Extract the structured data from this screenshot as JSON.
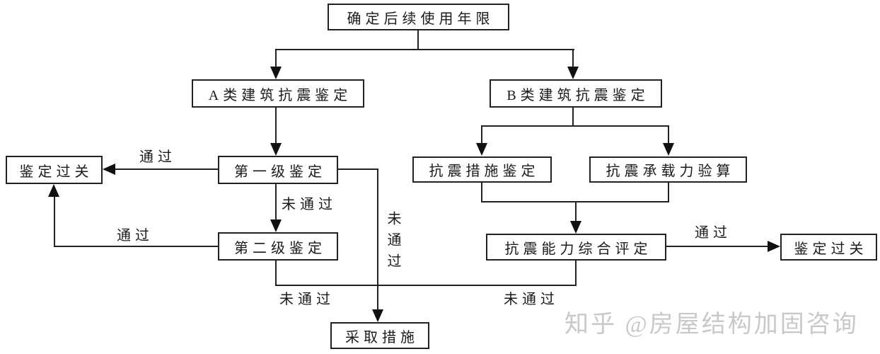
{
  "diagram": {
    "nodes": {
      "determine_life": "确定后续使用年限",
      "class_a_appraisal": "A类建筑抗震鉴定",
      "class_b_appraisal": "B类建筑抗震鉴定",
      "pass_left": "鉴定过关",
      "first_level": "第一级鉴定",
      "seismic_measures": "抗震措施鉴定",
      "bearing_capacity": "抗震承载力验算",
      "second_level": "第二级鉴定",
      "comprehensive_eval": "抗震能力综合评定",
      "pass_right": "鉴定过关",
      "take_measures": "采取措施"
    },
    "edge_labels": {
      "first_pass": "通过",
      "first_fail": "未通过",
      "first_fail_vertical": "未通过",
      "second_pass": "通过",
      "second_fail": "未通过",
      "comprehensive_fail": "未通过",
      "comprehensive_pass": "通过"
    }
  },
  "watermark": "知乎 @房屋结构加固咨询",
  "colors": {
    "background": "#ffffff",
    "line": "#222222",
    "watermark": "#c9c9c9"
  }
}
